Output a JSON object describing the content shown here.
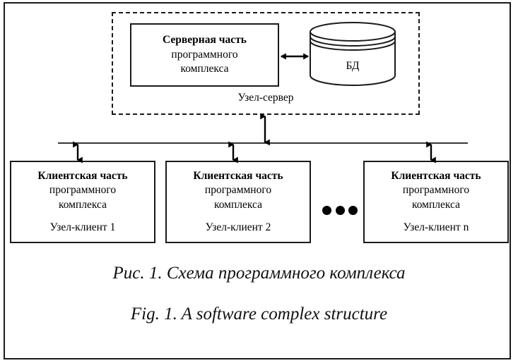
{
  "figure": {
    "server_node": {
      "frame_name": "server-node",
      "box": {
        "title": "Серверная часть",
        "line2": "программного",
        "line3": "комплекса"
      },
      "node_label": "Узел-сервер",
      "database": {
        "label": "БД"
      }
    },
    "clients": [
      {
        "title": "Клиентская часть",
        "line2": "программного",
        "line3": "комплекса",
        "node_label": "Узел-клиент 1"
      },
      {
        "title": "Клиентская часть",
        "line2": "программного",
        "line3": "комплекса",
        "node_label": "Узел-клиент 2"
      },
      {
        "title": "Клиентская часть",
        "line2": "программного",
        "line3": "комплекса",
        "node_label": "Узел-клиент n"
      }
    ],
    "ellipsis": "•••",
    "captions": {
      "ru": "Рис. 1. Схема программного комплекса",
      "en": "Fig. 1. A software complex structure"
    },
    "colors": {
      "line": "#1a1a1a",
      "text": "#000000",
      "background": "#ffffff"
    }
  }
}
